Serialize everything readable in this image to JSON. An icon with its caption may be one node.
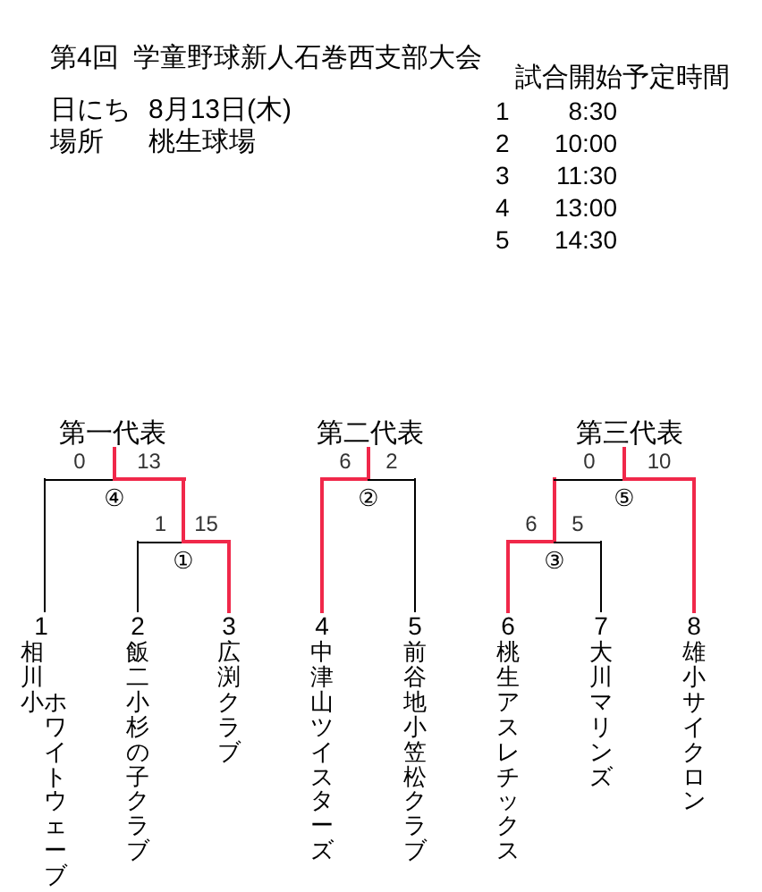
{
  "diagram": {
    "title": "第4回 学童野球新人石巻西支部大会",
    "nodes": [
      {
        "text": [
          "第一代表"
        ]
      },
      {
        "text": [
          "第二代表"
        ]
      },
      {
        "text": [
          "第三代表"
        ]
      },
      {
        "text": [
          "④"
        ]
      },
      {
        "text": [
          "②"
        ]
      },
      {
        "text": [
          "⑤"
        ]
      },
      {
        "text": [
          "①"
        ]
      },
      {
        "text": [
          "③"
        ]
      },
      {
        "text": [
          "1",
          "相川小",
          "ホワイトウェーブ"
        ]
      },
      {
        "text": [
          "2",
          "飯二小杉の子クラブ"
        ]
      },
      {
        "text": [
          "3",
          "広渕クラブ"
        ]
      },
      {
        "text": [
          "4",
          "中津山ツイスターズ"
        ]
      },
      {
        "text": [
          "5",
          "前谷地小笠松クラブ"
        ]
      },
      {
        "text": [
          "6",
          "桃生アスレチックス"
        ]
      },
      {
        "text": [
          "7",
          "大川マリンズ"
        ]
      },
      {
        "text": [
          "8",
          "雄小サイクロン"
        ]
      }
    ],
    "edges": [
      {
        "from": 3,
        "to": 0,
        "arrow": "none"
      },
      {
        "from": 4,
        "to": 1,
        "arrow": "none"
      },
      {
        "from": 5,
        "to": 2,
        "arrow": "none"
      },
      {
        "from": 8,
        "to": 3,
        "arrow": "none",
        "label": "0",
        "color": "#000000"
      },
      {
        "from": 6,
        "to": 3,
        "arrow": "none",
        "label": "13"
      },
      {
        "from": 11,
        "to": 4,
        "arrow": "none",
        "label": "6"
      },
      {
        "from": 12,
        "to": 4,
        "arrow": "none",
        "label": "2",
        "color": "#000000"
      },
      {
        "from": 7,
        "to": 5,
        "arrow": "none",
        "label": "0"
      },
      {
        "from": 15,
        "to": 5,
        "arrow": "none",
        "label": "10"
      },
      {
        "from": 9,
        "to": 6,
        "arrow": "none",
        "label": "1",
        "color": "#000000"
      },
      {
        "from": 10,
        "to": 6,
        "arrow": "none",
        "label": "15"
      },
      {
        "from": 13,
        "to": 7,
        "arrow": "none",
        "label": "6"
      },
      {
        "from": 14,
        "to": 7,
        "arrow": "none",
        "label": "5",
        "color": "#000000"
      }
    ],
    "labels": [
      "日にち",
      "8月13日(木)",
      "場所",
      "桃生球場",
      "試合開始予定時間",
      "1",
      "8:30",
      "2",
      "10:00",
      "3",
      "11:30",
      "4",
      "13:00",
      "5",
      "14:30"
    ]
  }
}
